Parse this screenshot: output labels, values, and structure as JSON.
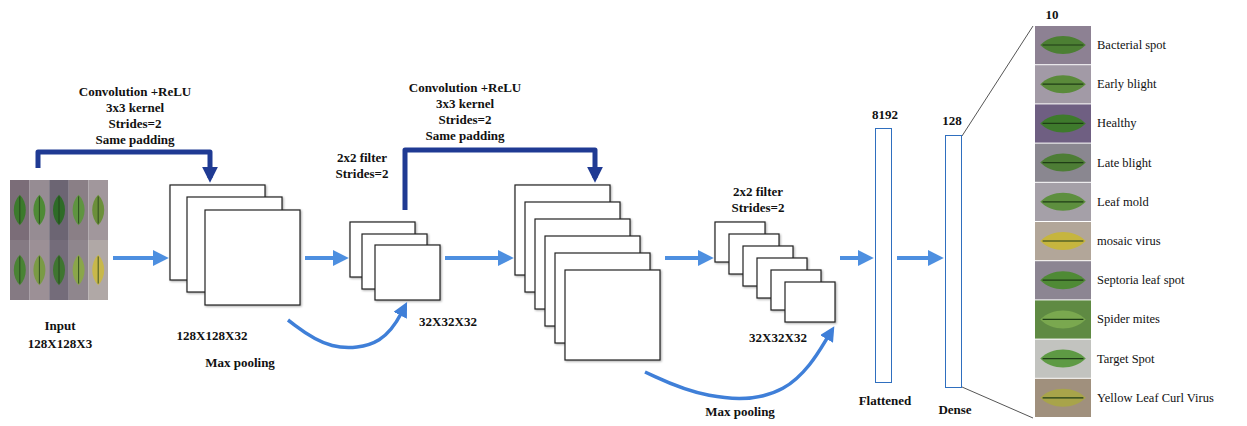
{
  "diagram": {
    "nodes": [
      {
        "text": [
          "Input",
          "128X128X3"
        ]
      },
      {
        "text": [
          "128X128X32"
        ]
      },
      {
        "text": [
          "32X32X32"
        ]
      },
      {
        "text": []
      },
      {
        "text": [
          "32X32X32"
        ]
      },
      {
        "text": [
          "8192",
          "Flattened"
        ]
      },
      {
        "text": [
          "128",
          "Dense"
        ]
      },
      {
        "text": [
          "10"
        ]
      },
      {
        "text": [
          "Bacterial spot"
        ],
        "in": 7
      },
      {
        "text": [
          "Early blight"
        ],
        "in": 7
      },
      {
        "text": [
          "Healthy"
        ],
        "in": 7
      },
      {
        "text": [
          "Late blight"
        ],
        "in": 7
      },
      {
        "text": [
          "Leaf mold"
        ],
        "in": 7
      },
      {
        "text": [
          "mosaic virus"
        ],
        "in": 7
      },
      {
        "text": [
          "Septoria leaf spot"
        ],
        "in": 7
      },
      {
        "text": [
          "Spider mites"
        ],
        "in": 7
      },
      {
        "text": [
          "Target Spot"
        ],
        "in": 7
      },
      {
        "text": [
          "Yellow Leaf Curl Virus"
        ],
        "in": 7
      }
    ],
    "edges": [
      {
        "from": 0,
        "to": 1,
        "arrow": "to"
      },
      {
        "from": 0,
        "to": 1,
        "label": "Convolution +ReLU 3x3 kernel Strides=2 Same padding",
        "arrow": "to"
      },
      {
        "from": 1,
        "to": 2,
        "arrow": "to"
      },
      {
        "from": 1,
        "to": 2,
        "label": "Max pooling",
        "arrow": "to"
      },
      {
        "from": 2,
        "to": 3,
        "arrow": "to"
      },
      {
        "from": 2,
        "to": 3,
        "label": "Convolution +ReLU 3x3 kernel Strides=2 Same padding",
        "arrow": "to"
      },
      {
        "from": 3,
        "to": 4,
        "arrow": "to"
      },
      {
        "from": 3,
        "to": 4,
        "label": "Max pooling",
        "arrow": "to"
      },
      {
        "from": 4,
        "to": 5,
        "arrow": "to"
      },
      {
        "from": 5,
        "to": 6,
        "arrow": "to"
      },
      {
        "from": 6,
        "to": 7,
        "arrow": "none"
      }
    ],
    "labels": [
      "2x2 filter Strides=2",
      "2x2 filter Strides=2"
    ]
  }
}
